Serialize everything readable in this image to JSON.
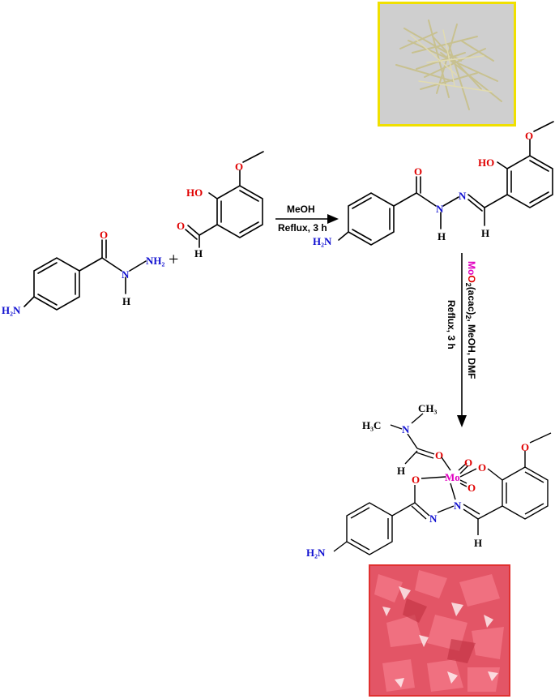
{
  "colors": {
    "oxygen": "#e00000",
    "nitrogen": "#1010d0",
    "molybdenum": "#e000c0",
    "ligand_photo_border": "#f0e000",
    "complex_photo_border": "#e03030"
  },
  "reactant1": {
    "amine_label": "H₂N",
    "carbonyl_o": "O",
    "nh_n": "N",
    "nh_h": "H",
    "nh2_label": "NH₂"
  },
  "plus_sign": "+",
  "reactant2": {
    "ho_label": "HO",
    "methoxy_o": "O",
    "aldehyde_o": "O",
    "aldehyde_h": "H"
  },
  "step1": {
    "solvent": "MeOH",
    "conditions": "Reflux, 3 h"
  },
  "ligand": {
    "amine_label": "H₂N",
    "carbonyl_o": "O",
    "n1": "N",
    "n1_h": "H",
    "n2": "N",
    "ch_h": "H",
    "ho_label": "HO",
    "methoxy_o": "O"
  },
  "step2": {
    "reagent_mo": "Mo",
    "reagent_o": "O",
    "reagent_sub2": "2",
    "reagent_acac": "(acac)",
    "reagent_sub2b": "2",
    "reagent_rest": ", MeOH, DMF",
    "conditions": "Reflux, 3 h"
  },
  "complex": {
    "h3c_label": "H₃C",
    "ch3_label": "CH₃",
    "dmf_n": "N",
    "dmf_o": "O",
    "dmf_h": "H",
    "mo_label": "Mo",
    "oxo1": "O",
    "oxo2": "O",
    "enol_o": "O",
    "phenol_o": "O",
    "methoxy_o": "O",
    "n_a": "N",
    "n_b": "N",
    "ch_h": "H",
    "amine_label": "H₂N"
  }
}
